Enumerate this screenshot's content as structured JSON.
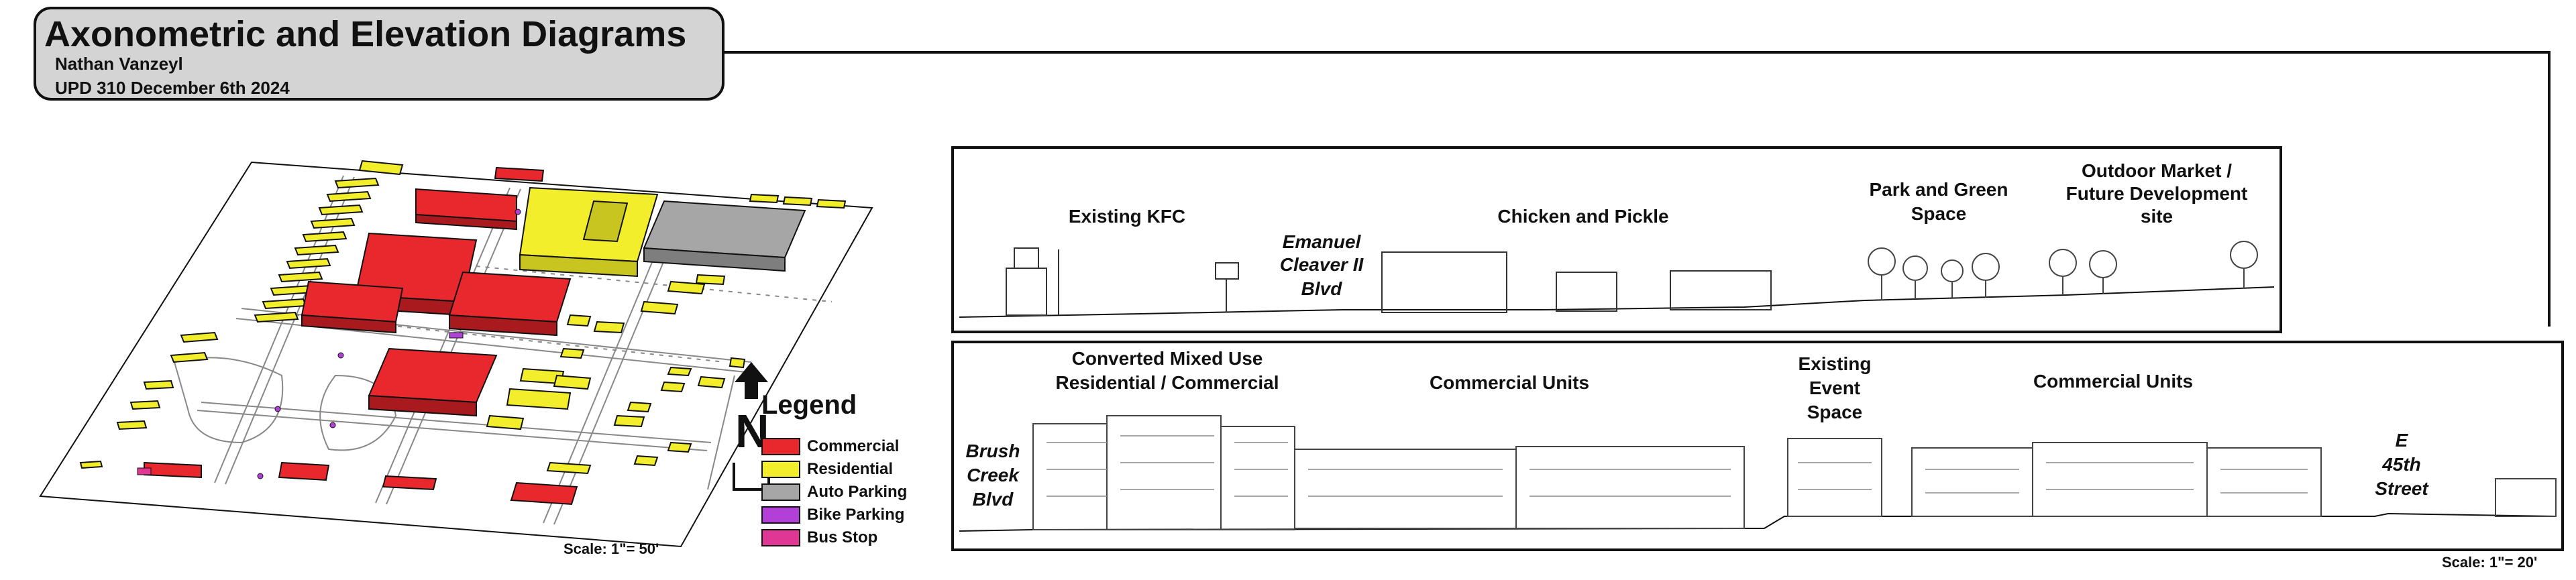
{
  "title_block": {
    "title": "Axonometric and Elevation Diagrams",
    "author": "Nathan Vanzeyl",
    "course_date": "UPD 310 December 6th 2024"
  },
  "legend": {
    "title": "Legend",
    "items": [
      {
        "label": "Commercial",
        "color": "#e8282d"
      },
      {
        "label": "Residential",
        "color": "#f2ee2c"
      },
      {
        "label": "Auto Parking",
        "color": "#a6a6a6"
      },
      {
        "label": "Bike Parking",
        "color": "#b13fd8"
      },
      {
        "label": "Bus Stop",
        "color": "#e03794"
      }
    ]
  },
  "north_arrow": {
    "letter": "N"
  },
  "axonometric": {
    "scale": "Scale: 1\"= 50'"
  },
  "elevation_top": {
    "labels": {
      "kfc": "Existing KFC",
      "cleaver_1": "Emanuel",
      "cleaver_2": "Cleaver II",
      "cleaver_3": "Blvd",
      "chicken": "Chicken and Pickle",
      "park_1": "Park and Green",
      "park_2": "Space",
      "market_1": "Outdoor Market /",
      "market_2": "Future Development",
      "market_3": "site"
    }
  },
  "elevation_bottom": {
    "labels": {
      "mixed_1": "Converted Mixed Use",
      "mixed_2": "Residential / Commercial",
      "commercial_a": "Commercial Units",
      "event_1": "Existing",
      "event_2": "Event",
      "event_3": "Space",
      "commercial_b": "Commercial Units",
      "brush_1": "Brush",
      "brush_2": "Creek",
      "brush_3": "Blvd",
      "e45_1": "E",
      "e45_2": "45th",
      "e45_3": "Street"
    },
    "scale": "Scale: 1\"= 20'"
  }
}
